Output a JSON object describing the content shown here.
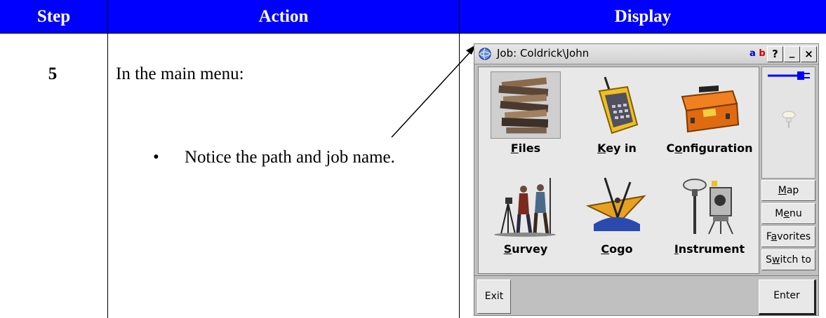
{
  "table": {
    "headers": [
      "Step",
      "Action",
      "Display"
    ],
    "step": "5",
    "action_text": "In the main menu:",
    "bullet_symbol": "•",
    "bullet_text": "Notice the path and job name."
  },
  "device": {
    "title": "Job: Coldrick\\John",
    "ab_a": "a",
    "ab_b": "b",
    "help": "?",
    "minimize": "_",
    "close": "×",
    "tiles": [
      {
        "label": "Files",
        "underline": "F",
        "rest": "iles"
      },
      {
        "label": "Key in",
        "underline": "K",
        "rest": "ey in"
      },
      {
        "label": "Configuration",
        "pre": "C",
        "underline": "o",
        "rest": "nfiguration"
      },
      {
        "label": "Survey",
        "underline": "S",
        "rest": "urvey"
      },
      {
        "label": "Cogo",
        "underline": "C",
        "rest": "ogo"
      },
      {
        "label": "Instrument",
        "underline": "I",
        "rest": "nstrument"
      }
    ],
    "side_buttons": [
      {
        "pre": "",
        "underline": "M",
        "rest": "ap"
      },
      {
        "pre": "M",
        "underline": "e",
        "rest": "nu"
      },
      {
        "pre": "F",
        "underline": "a",
        "rest": "vorites"
      },
      {
        "pre": "S",
        "underline": "w",
        "rest": "itch to"
      }
    ],
    "exit": "Exit",
    "enter": "Enter",
    "accent": "#0000ff"
  }
}
